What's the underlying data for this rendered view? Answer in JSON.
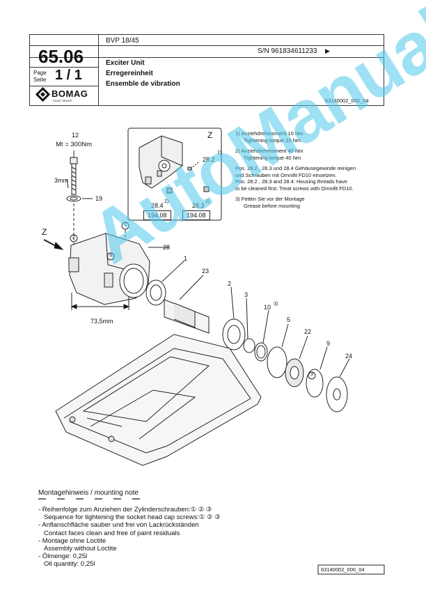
{
  "header": {
    "model": "BVP 18/45",
    "serial": "S/N 961834611233",
    "serial_arrow": "▶",
    "section_number": "65.06",
    "page_label_en": "Page",
    "page_label_de": "Seite",
    "page_value": "1 / 1",
    "title_en": "Exciter Unit",
    "title_de": "Erregereinheit",
    "title_fr": "Ensemble de vibration",
    "brand": "BOMAG",
    "brand_sub": "FAYAT GROUP",
    "drawing_number": "63140002_000_04"
  },
  "notes": {
    "n1_de": "1)  Anziehdrehmoment 10 Nm",
    "n1_en": "Tightening torque 10 Nm",
    "n2_de": "2)  Anziehdrehmoment 40 Nm",
    "n2_en": "Tightening torque 40 Nm",
    "pos_de_1": "Pos. 28.2 , 28.3 und 28.4 Gehäusegewinde reinigen",
    "pos_de_2": "und Schrauben mit Omnifit FD10 einsetzen.",
    "pos_en_1": "Pos. 28.2 , 28.3 and 28.4: Housing threads have",
    "pos_en_2": "to be cleaned first. Treat screws with Omnifit FD10.",
    "n3_de": "3)  Fetten Sie vor der Montage",
    "n3_en": "Grease before mounting"
  },
  "diagram": {
    "item_12": "12",
    "torque": "Mt = 300Nm",
    "dim_3mm": "3mm",
    "item_19": "19",
    "view_z": "Z",
    "z_label": "Z",
    "item_28_2": "28.2",
    "sup_1": "1)",
    "item_28_4": "28.4",
    "item_28_3": "28.3",
    "sup_2": "2)",
    "ref_194_a": "194.08",
    "ref_194_b": "194.08",
    "item_28": "28",
    "item_1": "1",
    "item_23": "23",
    "item_2": "2",
    "item_3": "3",
    "item_10": "10",
    "sup_3": "3)",
    "item_5": "5",
    "item_22": "22",
    "item_9": "9",
    "item_24": "24",
    "dim_73": "73,5mm",
    "circ_1": "1",
    "circ_2": "2",
    "circ_3": "3",
    "circ_36": "3"
  },
  "mounting": {
    "heading": "Montagehinweis / mounting note",
    "dashes": "—   —   —   —   —   —",
    "l1": "- Reihenfolge zum Anziehen der Zylinderschrauben:① ② ③",
    "l2": "Sequence for tightening the socket head cap screws:① ② ③",
    "l3": "- Anflanschfläche sauber und frei von Lackrückständen",
    "l4": "Contact faces clean and free of paint residuals",
    "l5": "- Montage ohne Loctite",
    "l6": "Assembly without Loctite",
    "l7": "- Ölmenge: 0,25l",
    "l8": "Oil quantity: 0,25l"
  },
  "footer": {
    "drawing_number": "63140002_000_04"
  },
  "watermark": "AutoManual"
}
